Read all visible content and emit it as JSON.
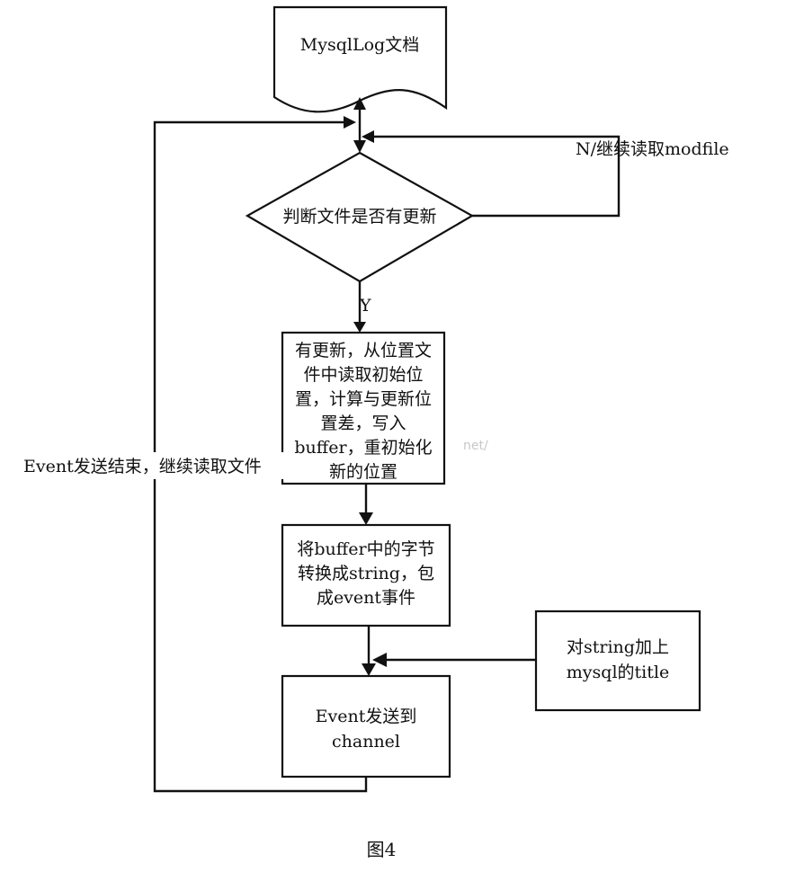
{
  "nodes": {
    "document": {
      "label": "MysqlLog文档"
    },
    "decision": {
      "label": "判断文件是否有更新"
    },
    "process_update": {
      "lines": [
        "有更新，从位置文",
        "件中读取初始位",
        "置，计算与更新位",
        "置差，写入",
        "buffer，重初始化",
        "新的位置"
      ]
    },
    "process_convert": {
      "lines": [
        "将buffer中的字节",
        "转换成string，包",
        "成event事件"
      ]
    },
    "process_title": {
      "lines": [
        "对string加上",
        "mysql的title"
      ]
    },
    "process_send": {
      "lines": [
        "Event发送到",
        "channel"
      ]
    }
  },
  "edge_labels": {
    "no_branch": "N/继续读取modfile",
    "yes_branch": "Y",
    "loop_back": "Event发送结束，继续读取文件"
  },
  "caption": "图4",
  "watermark": "net/"
}
